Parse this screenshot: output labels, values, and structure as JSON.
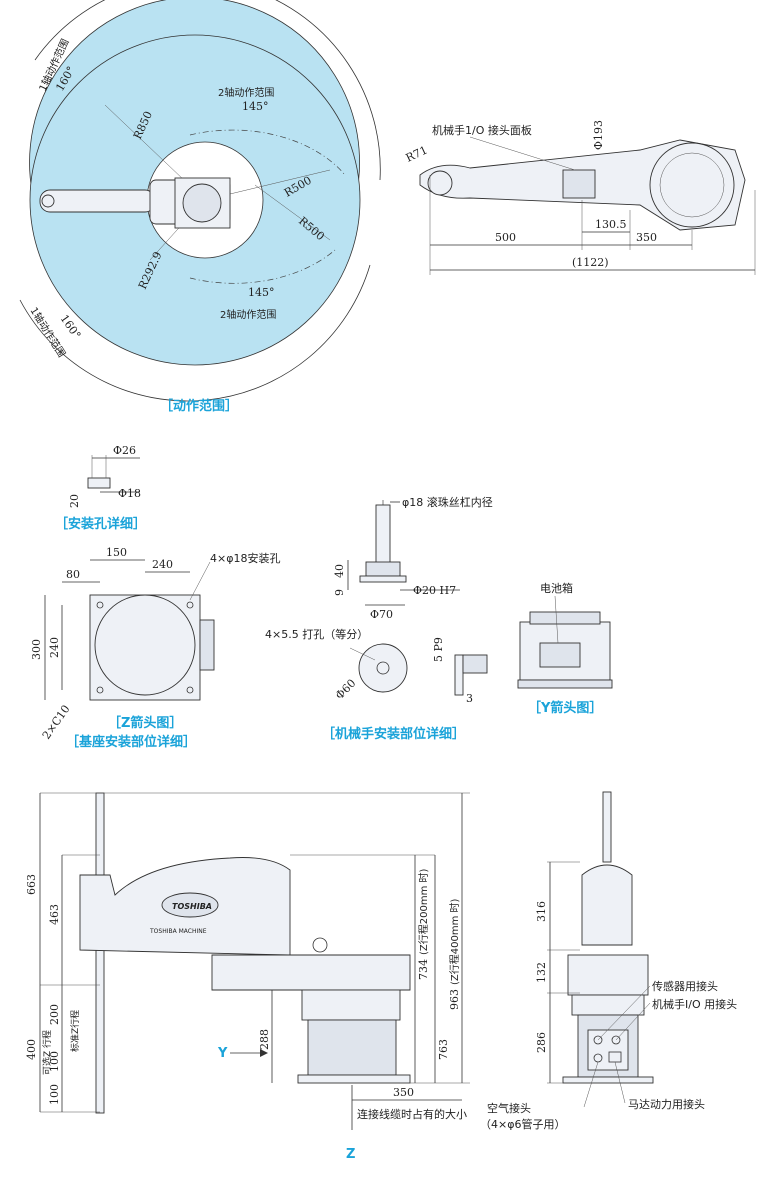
{
  "colors": {
    "range_fill": "#b9e2f2",
    "caption": "#1aa3d9",
    "line": "#333333"
  },
  "motion_range": {
    "caption": "［动作范围］",
    "axis1_label": "1轴动作范围",
    "axis1_angle": "160°",
    "axis2_label": "2轴动作范围",
    "axis2_angle": "145°",
    "r_outer": "R850",
    "r_inner": "R292.9",
    "r_500": "R500"
  },
  "top_view": {
    "panel_label": "机械手1/O 接头面板",
    "r71": "R71",
    "phi193": "Φ193",
    "d500": "500",
    "d130_5": "130.5",
    "d350": "350",
    "d1122": "(1122)"
  },
  "mount_hole": {
    "caption": "［安装孔详细］",
    "phi26": "Φ26",
    "phi18": "Φ18",
    "d20": "20"
  },
  "base": {
    "caption1": "［Z箭头图］",
    "caption2": "［基座安装部位详细］",
    "holes": "4×φ18安装孔",
    "d150": "150",
    "d240_top": "240",
    "d80": "80",
    "d300": "300",
    "d240_side": "240",
    "c10": "2×C10"
  },
  "hand_mount": {
    "caption": "［机械手安装部位详细］",
    "ball_screw": "φ18 滚珠丝杠内径",
    "d40": "40",
    "d9": "9",
    "phi20": "Φ20 H7",
    "phi70": "Φ70",
    "tap": "4×5.5 打孔（等分）",
    "phi60": "Φ60",
    "p9": "5 P9",
    "d3": "3"
  },
  "y_view": {
    "caption": "［Y箭头图］",
    "battery": "电池箱"
  },
  "side_view": {
    "d663": "663",
    "d463": "463",
    "d400": "400",
    "d200": "200",
    "d100a": "100",
    "d100b": "100",
    "std_stroke": "标准Z行程",
    "movable_stroke": "可选Z 行程",
    "d288": "288",
    "d734": "734",
    "z200": "(Z行程200mm 时)",
    "d763": "763",
    "d963": "963",
    "z400": "(Z行程400mm 时)",
    "d350": "350",
    "cable_note": "连接线缆时占有的大小",
    "y_label": "Y",
    "z_label": "Z",
    "logo": "TOSHIBA",
    "brand": "TOSHIBA MACHINE"
  },
  "rear_view": {
    "d316": "316",
    "d132": "132",
    "d286": "286",
    "sensor": "传感器用接头",
    "hand_io": "机械手I/O 用接头",
    "motor": "马达动力用接头",
    "air": "空气接头",
    "air_spec": "（4×φ6管子用）"
  }
}
